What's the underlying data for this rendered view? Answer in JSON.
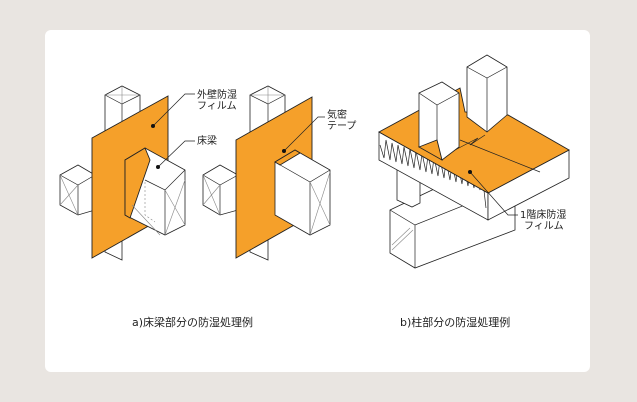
{
  "colors": {
    "background": "#e9e5e1",
    "card": "#ffffff",
    "film": "#f5a02a"
  },
  "figure_a": {
    "labels": {
      "exterior_film_1": "外壁防湿",
      "exterior_film_2": "フィルム",
      "floor_beam": "床梁",
      "airtight_tape_1": "気密",
      "airtight_tape_2": "テープ"
    },
    "caption": "a)床梁部分の防湿処理例"
  },
  "figure_b": {
    "labels": {
      "floor_film_1": "1階床防湿",
      "floor_film_2": "フィルム"
    },
    "caption": "b)柱部分の防湿処理例"
  }
}
